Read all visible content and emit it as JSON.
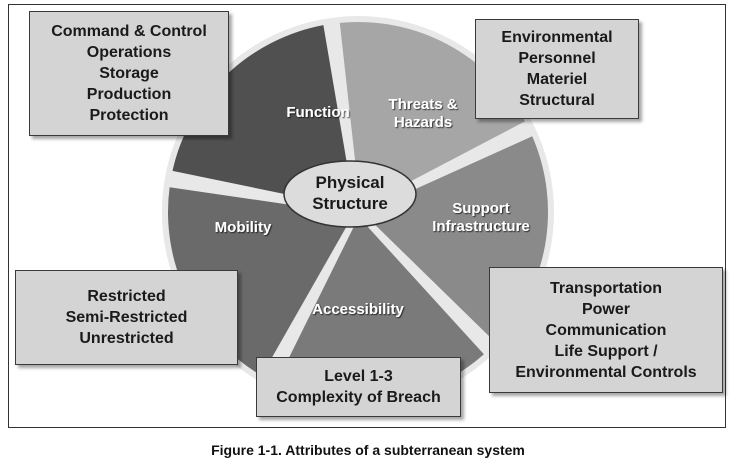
{
  "diagram": {
    "center_label": [
      "Physical",
      "Structure"
    ],
    "segments": [
      {
        "label": [
          "Function"
        ],
        "color": "#505050"
      },
      {
        "label": [
          "Threats &",
          "Hazards"
        ],
        "color": "#a6a6a6"
      },
      {
        "label": [
          "Support",
          "Infrastructure"
        ],
        "color": "#8a8a8a"
      },
      {
        "label": [
          "Accessibility"
        ],
        "color": "#7a7a7a"
      },
      {
        "label": [
          "Mobility"
        ],
        "color": "#6a6a6a"
      }
    ],
    "boxes": {
      "function": [
        "Command & Control",
        "Operations",
        "Storage",
        "Production",
        "Protection"
      ],
      "threats": [
        "Environmental",
        "Personnel",
        "Materiel",
        "Structural"
      ],
      "support": [
        "Transportation",
        "Power",
        "Communication",
        "Life Support /",
        "Environmental Controls"
      ],
      "accessibility": [
        "Level 1-3",
        "Complexity of Breach"
      ],
      "mobility": [
        "Restricted",
        "Semi-Restricted",
        "Unrestricted"
      ]
    }
  },
  "caption": "Figure 1-1. Attributes of a subterranean system"
}
